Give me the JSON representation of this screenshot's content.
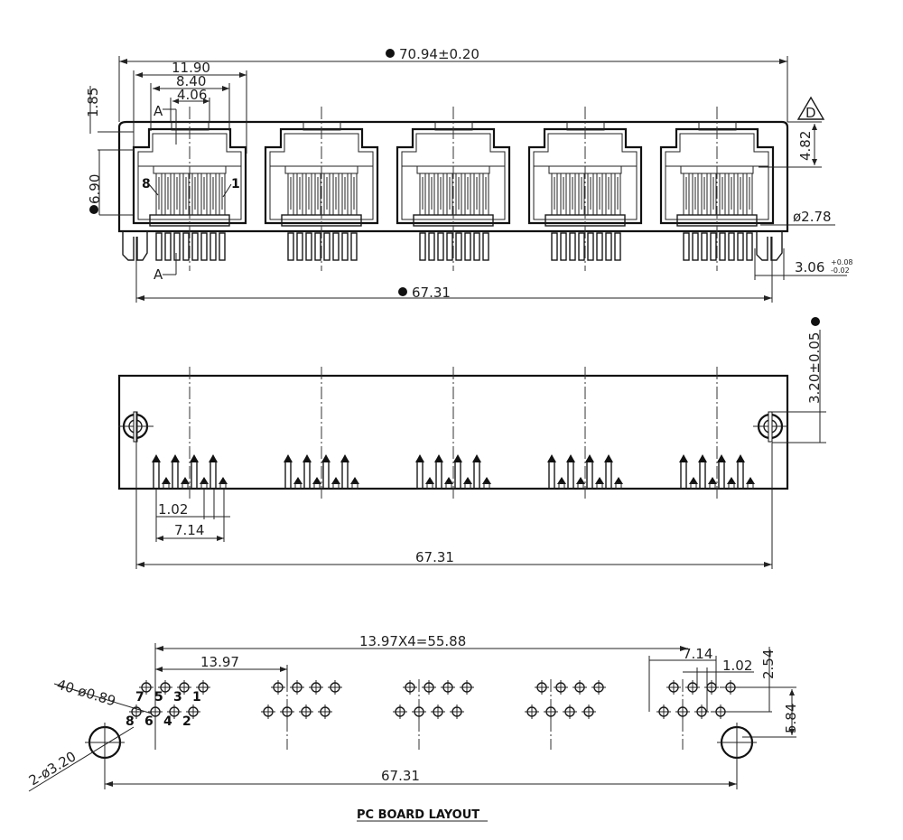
{
  "drawing": {
    "title": "PC BOARD LAYOUT",
    "ports": 5,
    "front_view": {
      "overall_width": "70.94±0.20",
      "peg_span": "67.31",
      "width_11_90": "11.90",
      "width_8_40": "8.40",
      "width_4_06": "4.06",
      "height_1_85": "1.85",
      "height_6_90": "6.90",
      "height_4_82": "4.82",
      "peg_dia": "ø2.78",
      "peg_width": "3.06",
      "peg_tol_plus": "+0.08",
      "peg_tol_minus": "-0.02",
      "section_mark": "A",
      "revision_mark": "D",
      "pin_8": "8",
      "pin_1": "1"
    },
    "bottom_view": {
      "peg_offset": "3.20±0.05",
      "pin_pitch": "1.02",
      "pin_row_span": "7.14",
      "peg_span": "67.31"
    },
    "pcb_layout": {
      "port_pitch_total": "13.97X4=55.88",
      "port_pitch": "13.97",
      "row_span": "7.14",
      "pin_pitch": "1.02",
      "row_offset": "2.54",
      "hole_offset": "5.84",
      "hole_callout": "40-ø0.89",
      "peg_callout": "2-ø3.20",
      "peg_span": "67.31",
      "pin_numbers_top": [
        "7",
        "5",
        "3",
        "1"
      ],
      "pin_numbers_bottom": [
        "8",
        "6",
        "4",
        "2"
      ]
    }
  }
}
